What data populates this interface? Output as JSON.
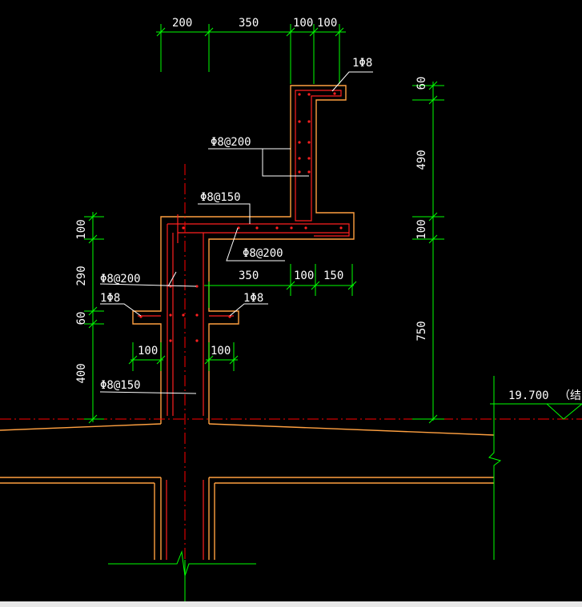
{
  "colors": {
    "background": "#000000",
    "concrete": "#ffa040",
    "rebar": "#ff2020",
    "dimension": "#00ff00",
    "axis": "#ff0000",
    "text": "#ffffff"
  },
  "top_dims": [
    "200",
    "350",
    "100",
    "100"
  ],
  "mid_dims": [
    "350",
    "100",
    "150"
  ],
  "low_dims": [
    "100",
    "100"
  ],
  "right_dims": [
    "60",
    "490",
    "100",
    "750"
  ],
  "left_dims": [
    "100",
    "290",
    "60",
    "400"
  ],
  "labels": {
    "tip_bar": "1Φ8",
    "upright_stirrup": "Φ8@200",
    "slab_bar": "Φ8@150",
    "slab_stirrup": "Φ8@200",
    "column_stirrup": "Φ8@200",
    "left_bar": "1Φ8",
    "right_bar": "1Φ8",
    "column_bar": "Φ8@150"
  },
  "elevation": {
    "value": "19.700",
    "suffix": "（结"
  }
}
